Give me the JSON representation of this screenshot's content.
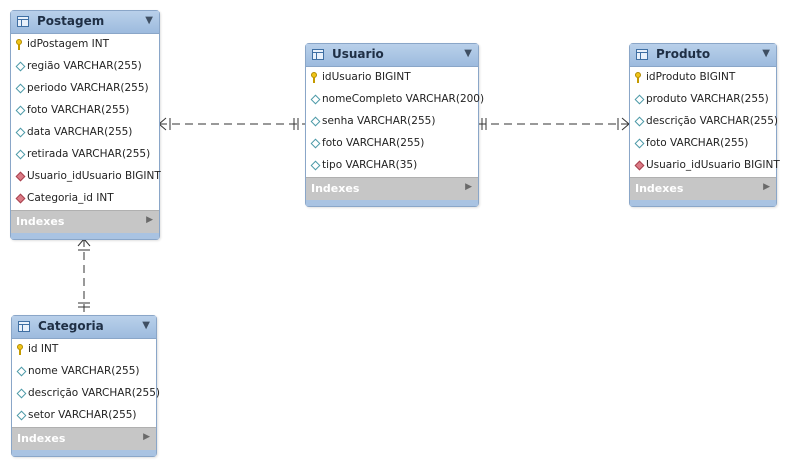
{
  "tables": {
    "postagem": {
      "title": "Postagem",
      "columns": [
        {
          "text": "idPostagem INT",
          "kind": "pk"
        },
        {
          "text": "região VARCHAR(255)",
          "kind": "col"
        },
        {
          "text": "periodo VARCHAR(255)",
          "kind": "col"
        },
        {
          "text": "foto VARCHAR(255)",
          "kind": "col"
        },
        {
          "text": "data VARCHAR(255)",
          "kind": "col"
        },
        {
          "text": "retirada VARCHAR(255)",
          "kind": "col"
        },
        {
          "text": "Usuario_idUsuario BIGINT",
          "kind": "fk"
        },
        {
          "text": "Categoria_id INT",
          "kind": "fk"
        }
      ],
      "indexes_label": "Indexes"
    },
    "usuario": {
      "title": "Usuario",
      "columns": [
        {
          "text": "idUsuario BIGINT",
          "kind": "pk"
        },
        {
          "text": "nomeCompleto VARCHAR(200)",
          "kind": "col"
        },
        {
          "text": "senha VARCHAR(255)",
          "kind": "col"
        },
        {
          "text": "foto VARCHAR(255)",
          "kind": "col"
        },
        {
          "text": "tipo VARCHAR(35)",
          "kind": "col"
        }
      ],
      "indexes_label": "Indexes"
    },
    "produto": {
      "title": "Produto",
      "columns": [
        {
          "text": "idProduto BIGINT",
          "kind": "pk"
        },
        {
          "text": "produto VARCHAR(255)",
          "kind": "col"
        },
        {
          "text": "descrição VARCHAR(255)",
          "kind": "col"
        },
        {
          "text": "foto VARCHAR(255)",
          "kind": "col"
        },
        {
          "text": "Usuario_idUsuario BIGINT",
          "kind": "fk"
        }
      ],
      "indexes_label": "Indexes"
    },
    "categoria": {
      "title": "Categoria",
      "columns": [
        {
          "text": "id INT",
          "kind": "pk"
        },
        {
          "text": "nome VARCHAR(255)",
          "kind": "col"
        },
        {
          "text": "descrição VARCHAR(255)",
          "kind": "col"
        },
        {
          "text": "setor VARCHAR(255)",
          "kind": "col"
        }
      ],
      "indexes_label": "Indexes"
    }
  },
  "colors": {
    "header": "#a8c4e4",
    "border": "#8aa6c8",
    "indexes_bar": "#c6c6c6",
    "pk_key": "#f0c419",
    "fk_diamond": "#dc7b86",
    "column_diamond": "#4d9aa8",
    "connector": "#333333"
  }
}
